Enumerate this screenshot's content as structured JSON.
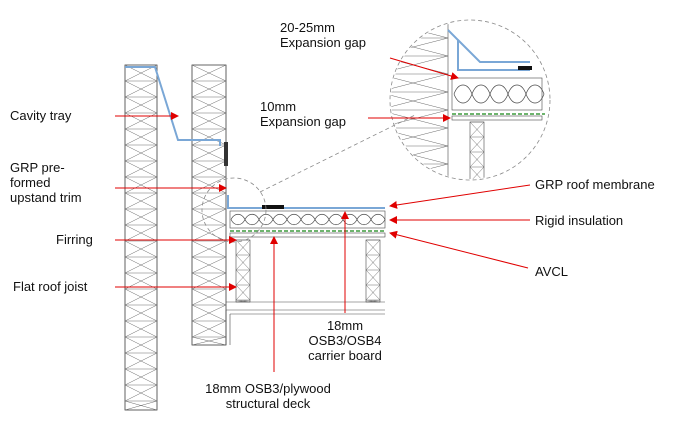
{
  "labels": {
    "cavity_tray": "Cavity tray",
    "grp_trim": "GRP pre-\nformed\nupstand trim",
    "firring": "Firring",
    "flat_roof_joist": "Flat roof joist",
    "expansion_gap_top": "20-25mm\nExpansion gap",
    "expansion_gap_10": "10mm\nExpansion gap",
    "grp_membrane": "GRP roof membrane",
    "rigid_insulation": "Rigid insulation",
    "avcl": "AVCL",
    "carrier_board": "18mm\nOSB3/OSB4\ncarrier board",
    "structural_deck": "18mm OSB3/plywood\nstructural deck"
  },
  "colors": {
    "arrow": "#e00000",
    "membrane": "#7aa7d6",
    "avcl": "#3d9b3d",
    "line": "#3a3a3a"
  }
}
